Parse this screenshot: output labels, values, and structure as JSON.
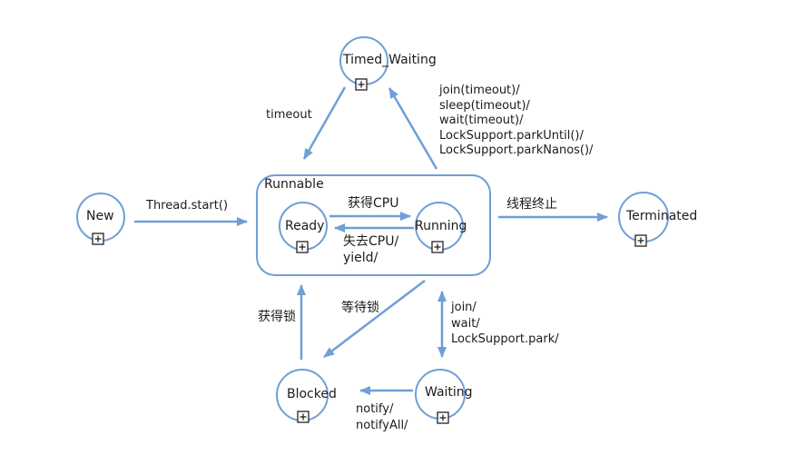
{
  "colors": {
    "accent": "#6f9fd6",
    "text": "#1b1b1b",
    "toggle_border": "#222222",
    "background": "#ffffff"
  },
  "nodes": {
    "new": {
      "label": "New"
    },
    "timed_waiting": {
      "label": "Timed_Waiting"
    },
    "ready": {
      "label": "Ready"
    },
    "running": {
      "label": "Running"
    },
    "terminated": {
      "label": "Terminated"
    },
    "blocked": {
      "label": "Blocked"
    },
    "waiting": {
      "label": "Waiting"
    }
  },
  "groups": {
    "runnable": {
      "label": "Runnable"
    }
  },
  "edges": {
    "thread_start": {
      "label": "Thread.start()"
    },
    "get_cpu": {
      "label": "获得CPU"
    },
    "lose_cpu": {
      "label": "失去CPU/\nyield/"
    },
    "thread_terminate": {
      "label": "线程终止"
    },
    "timeout": {
      "label": "timeout"
    },
    "to_timed_waiting": {
      "label": "join(timeout)/\nsleep(timeout)/\nwait(timeout)/\nLockSupport.parkUntil()/\nLockSupport.parkNanos()/"
    },
    "acquire_lock": {
      "label": "获得锁"
    },
    "wait_lock": {
      "label": "等待锁"
    },
    "join_wait": {
      "label": "join/\nwait/\nLockSupport.park/"
    },
    "notify": {
      "label": "notify/\nnotifyAll/"
    }
  }
}
